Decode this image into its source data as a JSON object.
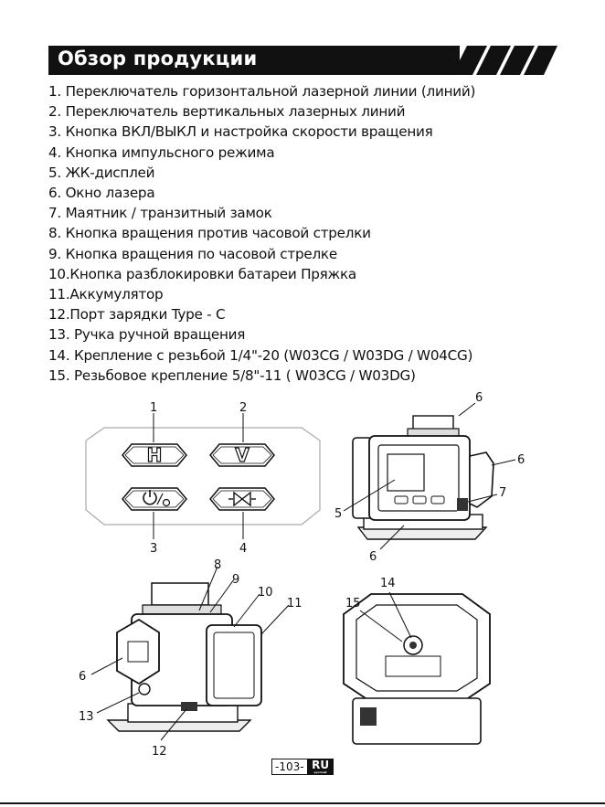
{
  "title": "Обзор продукции",
  "items": [
    "1. Переключатель горизонтальной лазерной линии (линий)",
    "2. Переключатель вертикальных лазерных линий",
    "3. Кнопка ВКЛ/ВЫКЛ и настройка скорости вращения",
    "4. Кнопка импульсного режима",
    "5. ЖК-дисплей",
    "6. Окно лазера",
    "7. Маятник / транзитный замок",
    "8. Кнопка вращения против часовой стрелки",
    "9. Кнопка вращения по часовой стрелке",
    "10.Кнопка разблокировки батареи Пряжка",
    "11.Аккумулятор",
    "12.Порт зарядки Type - C",
    "13. Ручка ручной вращения",
    "14. Крепление с резьбой 1/4\"-20 (W03CG / W03DG / W04CG)",
    "15. Резьбовое крепление 5/8\"-11 ( W03CG / W03DG)"
  ],
  "panel": {
    "callouts": [
      "1",
      "2",
      "3",
      "4"
    ],
    "h_label": "H",
    "v_label": "V",
    "icons": [
      "power-speed-icon",
      "pulse-mode-icon"
    ]
  },
  "front_view": {
    "callouts": [
      "6",
      "6",
      "7",
      "5",
      "6"
    ]
  },
  "side_view": {
    "callouts": [
      "8",
      "9",
      "10",
      "11",
      "6",
      "13",
      "12"
    ]
  },
  "bottom_view": {
    "callouts": [
      "14",
      "15"
    ]
  },
  "footer": {
    "page": "-103-",
    "lang": "RU",
    "lang_sub": "русский"
  }
}
